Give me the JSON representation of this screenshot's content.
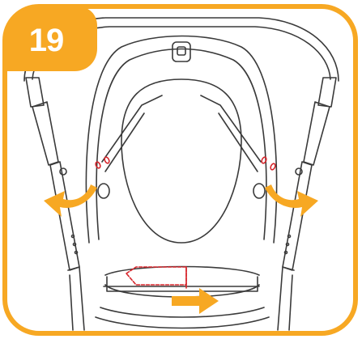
{
  "step": {
    "number": "19"
  },
  "colors": {
    "accent": "#F7A823",
    "line": "#3a3a3a",
    "highlight": "#D7262C",
    "background": "#ffffff"
  },
  "icons": [
    "rotate-left-arrow",
    "rotate-right-arrow",
    "push-right-arrow"
  ]
}
